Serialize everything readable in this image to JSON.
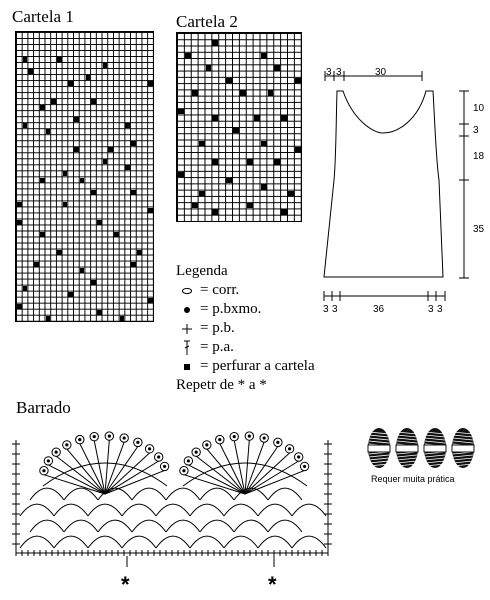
{
  "charts": {
    "cartela1": {
      "title": "Cartela 1",
      "cols": 24,
      "rows": 48,
      "filled": [
        [
          1,
          4
        ],
        [
          7,
          4
        ],
        [
          15,
          5
        ],
        [
          2,
          6
        ],
        [
          12,
          7
        ],
        [
          9,
          8
        ],
        [
          23,
          8
        ],
        [
          6,
          11
        ],
        [
          13,
          11
        ],
        [
          4,
          12
        ],
        [
          10,
          14
        ],
        [
          1,
          15
        ],
        [
          19,
          15
        ],
        [
          5,
          16
        ],
        [
          20,
          18
        ],
        [
          10,
          19
        ],
        [
          16,
          19
        ],
        [
          15,
          21
        ],
        [
          8,
          23
        ],
        [
          19,
          22
        ],
        [
          4,
          24
        ],
        [
          11,
          24
        ],
        [
          13,
          26
        ],
        [
          20,
          26
        ],
        [
          8,
          28
        ],
        [
          14,
          31
        ],
        [
          4,
          33
        ],
        [
          17,
          33
        ],
        [
          7,
          36
        ],
        [
          21,
          36
        ],
        [
          3,
          38
        ],
        [
          20,
          38
        ],
        [
          11,
          39
        ],
        [
          13,
          41
        ],
        [
          1,
          42
        ],
        [
          9,
          43
        ],
        [
          14,
          46
        ],
        [
          5,
          47
        ],
        [
          18,
          47
        ],
        [
          0,
          28
        ],
        [
          23,
          29
        ],
        [
          0,
          31
        ],
        [
          23,
          44
        ],
        [
          0,
          45
        ]
      ]
    },
    "cartela2": {
      "title": "Cartela 2",
      "cols": 18,
      "rows": 30,
      "filled": [
        [
          5,
          1
        ],
        [
          1,
          3
        ],
        [
          12,
          3
        ],
        [
          4,
          5
        ],
        [
          14,
          5
        ],
        [
          7,
          7
        ],
        [
          17,
          7
        ],
        [
          2,
          9
        ],
        [
          9,
          9
        ],
        [
          13,
          9
        ],
        [
          0,
          12
        ],
        [
          5,
          13
        ],
        [
          11,
          13
        ],
        [
          15,
          13
        ],
        [
          8,
          15
        ],
        [
          3,
          17
        ],
        [
          12,
          17
        ],
        [
          17,
          18
        ],
        [
          5,
          20
        ],
        [
          10,
          20
        ],
        [
          14,
          20
        ],
        [
          0,
          22
        ],
        [
          7,
          23
        ],
        [
          12,
          24
        ],
        [
          3,
          25
        ],
        [
          16,
          25
        ],
        [
          10,
          27
        ],
        [
          5,
          28
        ],
        [
          15,
          28
        ],
        [
          2,
          27
        ]
      ]
    }
  },
  "legend": {
    "title": "Legenda",
    "items": [
      {
        "symbol": "chain-symbol",
        "text": "= corr."
      },
      {
        "symbol": "slip-stitch-symbol",
        "text": "= p.bxmo."
      },
      {
        "symbol": "single-crochet-symbol",
        "text": "= p.b."
      },
      {
        "symbol": "double-crochet-symbol",
        "text": "= p.a."
      },
      {
        "symbol": "filled-square-symbol",
        "text": "= perfurar a cartela"
      }
    ],
    "repeat_note": "Repetr de * a *"
  },
  "schematic": {
    "top_left": "3",
    "top_mid": "3",
    "top_width": "30",
    "side_1": "10",
    "side_2": "3",
    "side_3": "18",
    "side_4": "35",
    "bottom_1": "3",
    "bottom_2": "3",
    "bottom_width": "36",
    "bottom_3": "3",
    "bottom_4": "3"
  },
  "border": {
    "title": "Barrado",
    "repeat_markers": [
      "*",
      "*"
    ]
  },
  "difficulty": {
    "label": "Requer muita prática",
    "icon": "yarn-skeins-icon",
    "skeins": 4
  }
}
